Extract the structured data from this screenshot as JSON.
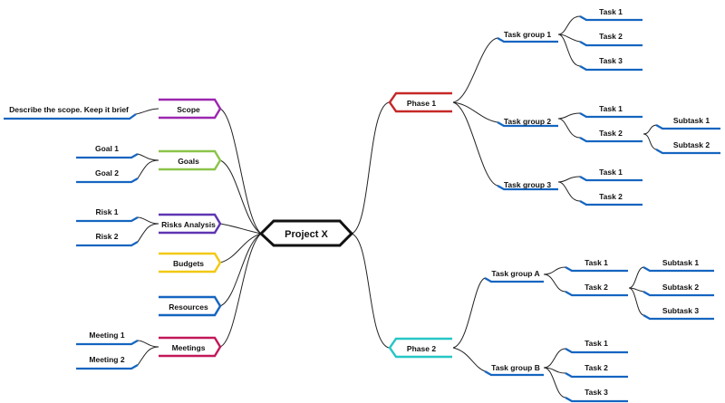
{
  "colors": {
    "line": "#1565c0",
    "connector": "#222222",
    "root": "#111111",
    "scope": "#9c27b0",
    "goals": "#8bc34a",
    "risks": "#5e35b1",
    "budgets": "#f2c811",
    "resources": "#1565c0",
    "meetings": "#c2185b",
    "phase1": "#c62828",
    "phase2": "#26c6c6"
  },
  "root": {
    "label": "Project X"
  },
  "left": {
    "scope": {
      "label": "Scope",
      "note": "Describe the scope. Keep it brief"
    },
    "goals": {
      "label": "Goals",
      "items": [
        "Goal 1",
        "Goal 2"
      ]
    },
    "risks": {
      "label": "Risks Analysis",
      "items": [
        "Risk 1",
        "Risk 2"
      ]
    },
    "budgets": {
      "label": "Budgets"
    },
    "resources": {
      "label": "Resources"
    },
    "meetings": {
      "label": "Meetings",
      "items": [
        "Meeting 1",
        "Meeting 2"
      ]
    }
  },
  "phase1": {
    "label": "Phase 1",
    "groups": [
      {
        "label": "Task group 1",
        "tasks": [
          "Task 1",
          "Task 2",
          "Task 3"
        ]
      },
      {
        "label": "Task group 2",
        "tasks": [
          "Task 1",
          "Task 2"
        ],
        "subtasks": [
          "Subtask 1",
          "Subtask 2"
        ]
      },
      {
        "label": "Task group 3",
        "tasks": [
          "Task 1",
          "Task 2"
        ]
      }
    ]
  },
  "phase2": {
    "label": "Phase 2",
    "groups": [
      {
        "label": "Task group A",
        "tasks": [
          "Task 1",
          "Task 2"
        ],
        "subtasks": [
          "Subtask 1",
          "Subtask 2",
          "Subtask 3"
        ]
      },
      {
        "label": "Task group B",
        "tasks": [
          "Task 1",
          "Task 2",
          "Task 3"
        ]
      }
    ]
  }
}
